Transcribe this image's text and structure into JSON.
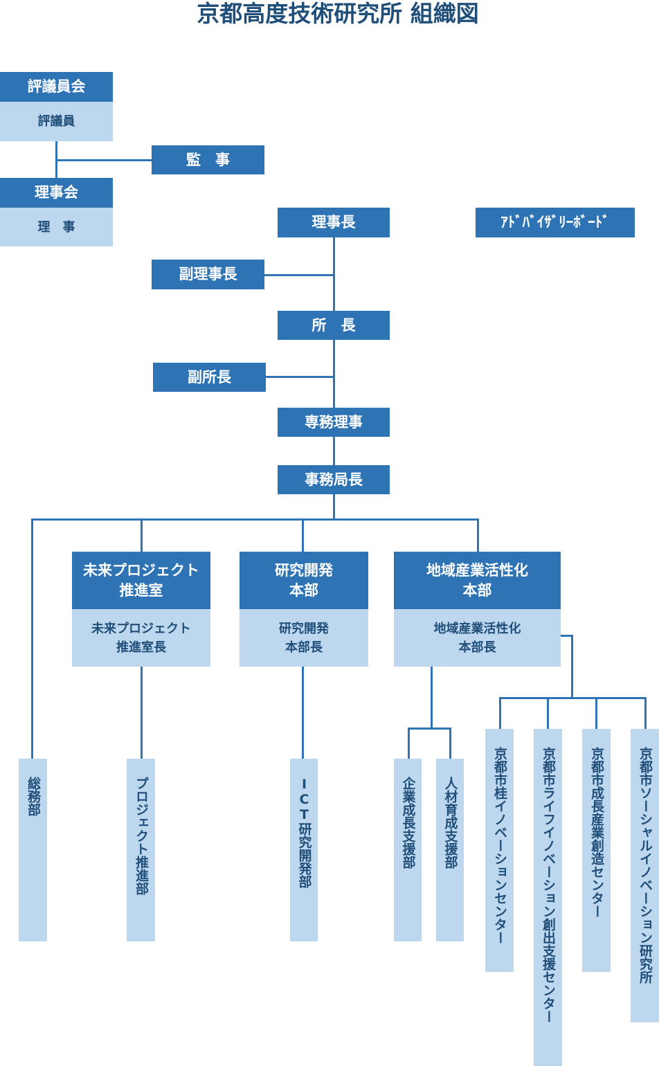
{
  "title": "京都高度技術研究所 組織図",
  "colors": {
    "header": "#2e74b5",
    "body": "#bdd7ee",
    "text": "#1f4e79",
    "line": "#2e74b5"
  },
  "council": {
    "header": "評議員会",
    "body": "評議員"
  },
  "auditor": "監　事",
  "board": {
    "header": "理事会",
    "body": "理　事"
  },
  "chairman": "理事長",
  "advisory": "ｱﾄﾞﾊﾞｲｻﾞﾘｰﾎﾞｰﾄﾞ",
  "vice_chairman": "副理事長",
  "director": "所　長",
  "vice_director": "副所長",
  "executive_director": "専務理事",
  "secretary_general": "事務局長",
  "divisions": [
    {
      "header": "未来プロジェクト\n推進室",
      "body": "未来プロジェクト\n推進室長"
    },
    {
      "header": "研究開発\n本部",
      "body": "研究開発\n本部長"
    },
    {
      "header": "地域産業活性化\n本部",
      "body": "地域産業活性化\n本部長"
    }
  ],
  "departments": [
    "総務部",
    "プロジェクト推進部",
    "ICT研究開発部",
    "企業成長支援部",
    "人材育成支援部"
  ],
  "centers": [
    "京都市桂イノベーションセンター",
    "京都市ライフイノベーション創出支援センター",
    "京都市成長産業創造センター",
    "京都市ソーシャルイノベーション研究所"
  ]
}
